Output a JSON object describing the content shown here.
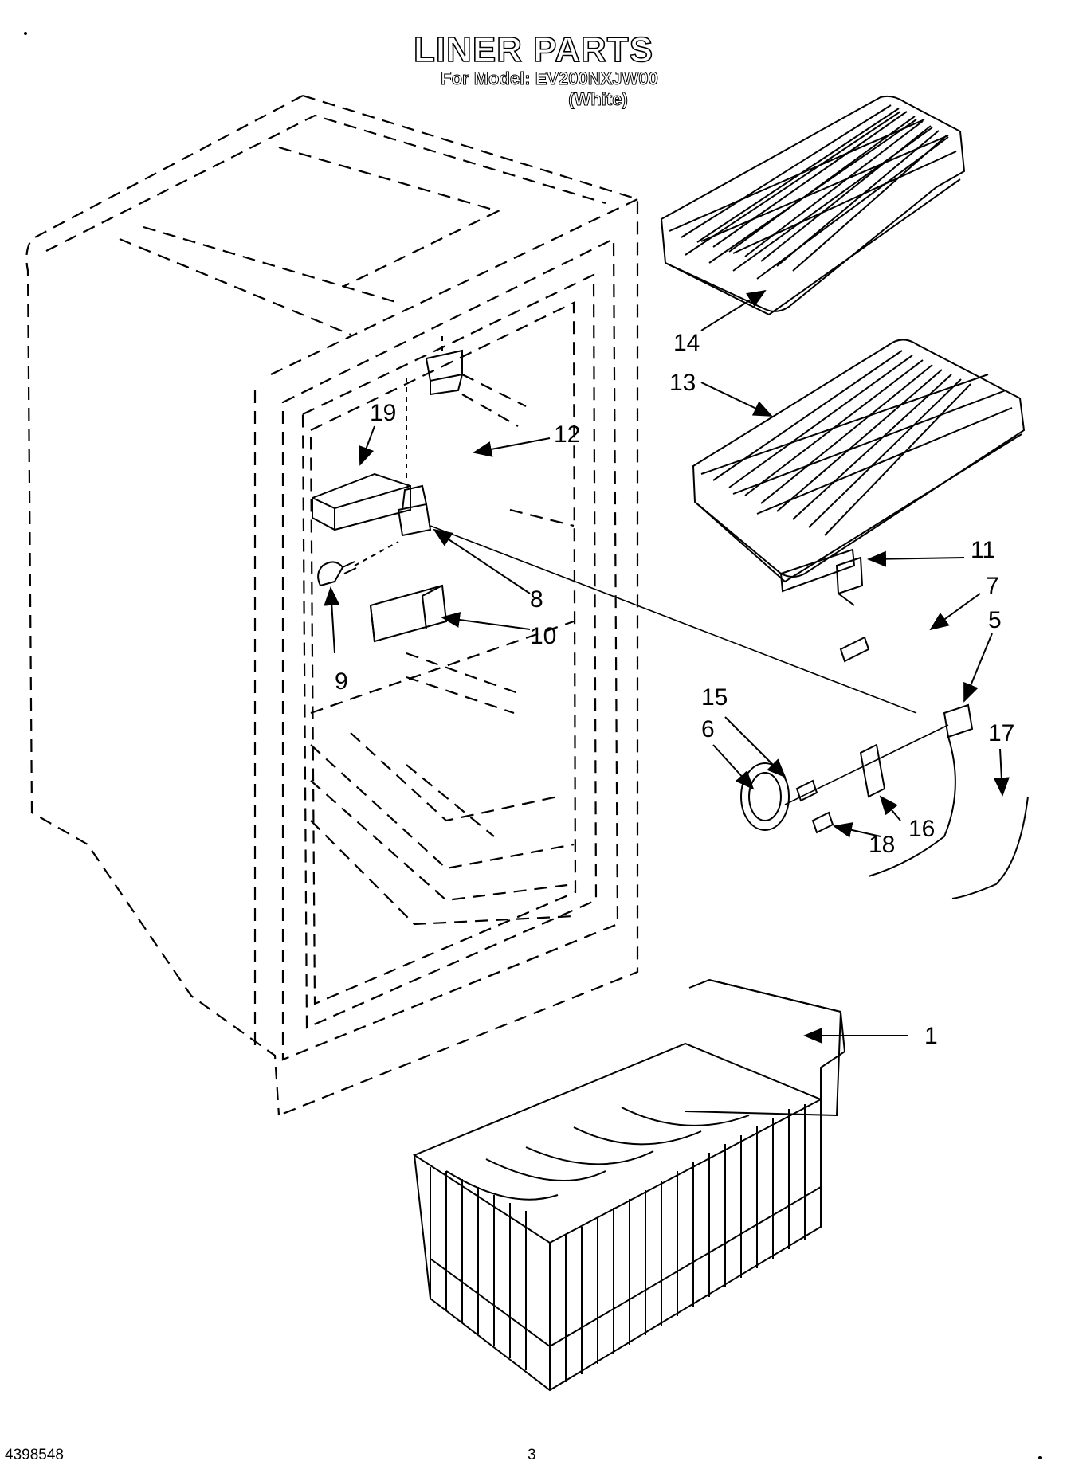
{
  "header": {
    "title": "LINER PARTS",
    "model_line": "For Model: EV200NXJW00",
    "color_line": "(White)"
  },
  "callouts": [
    "1",
    "5",
    "6",
    "7",
    "8",
    "9",
    "10",
    "11",
    "12",
    "13",
    "14",
    "15",
    "16",
    "17",
    "18",
    "19"
  ],
  "footer": {
    "doc_number": "4398548",
    "page_number": "3"
  }
}
